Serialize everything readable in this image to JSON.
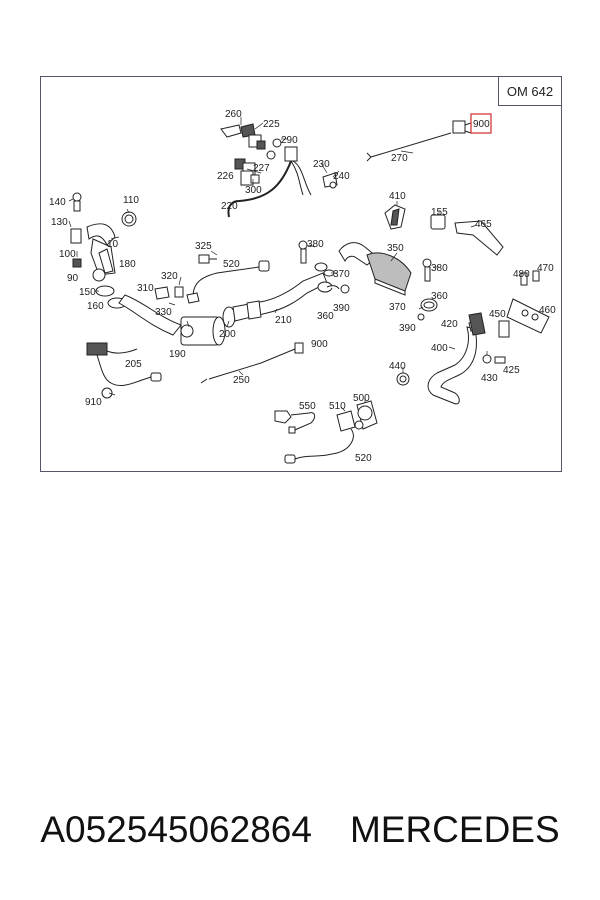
{
  "diagram": {
    "engine_code": "OM 642",
    "highlighted_part": "900",
    "labels": {
      "l260": "260",
      "l225": "225",
      "l290": "290",
      "l900a": "900",
      "l270": "270",
      "l226": "226",
      "l227": "227",
      "l230": "230",
      "l240": "240",
      "l300": "300",
      "l220": "220",
      "l140": "140",
      "l110": "110",
      "l130": "130",
      "l10": "10",
      "l100": "100",
      "l180": "180",
      "l90": "90",
      "l150": "150",
      "l160": "160",
      "l310": "310",
      "l320": "320",
      "l330": "330",
      "l325": "325",
      "l520a": "520",
      "l380a": "380",
      "l370a": "370",
      "l360a": "360",
      "l390a": "390",
      "l350": "350",
      "l410": "410",
      "l155": "155",
      "l465": "465",
      "l380b": "380",
      "l370b": "370",
      "l360b": "360",
      "l390b": "390",
      "l480": "480",
      "l470": "470",
      "l460": "460",
      "l450": "450",
      "l420": "420",
      "l400": "400",
      "l440": "440",
      "l430": "430",
      "l425": "425",
      "l200": "200",
      "l210": "210",
      "l190": "190",
      "l205": "205",
      "l900b": "900",
      "l250": "250",
      "l910": "910",
      "l550": "550",
      "l510": "510",
      "l500": "500",
      "l520b": "520"
    }
  },
  "footer": {
    "part_number": "A052545062864",
    "brand": "MERCEDES"
  }
}
